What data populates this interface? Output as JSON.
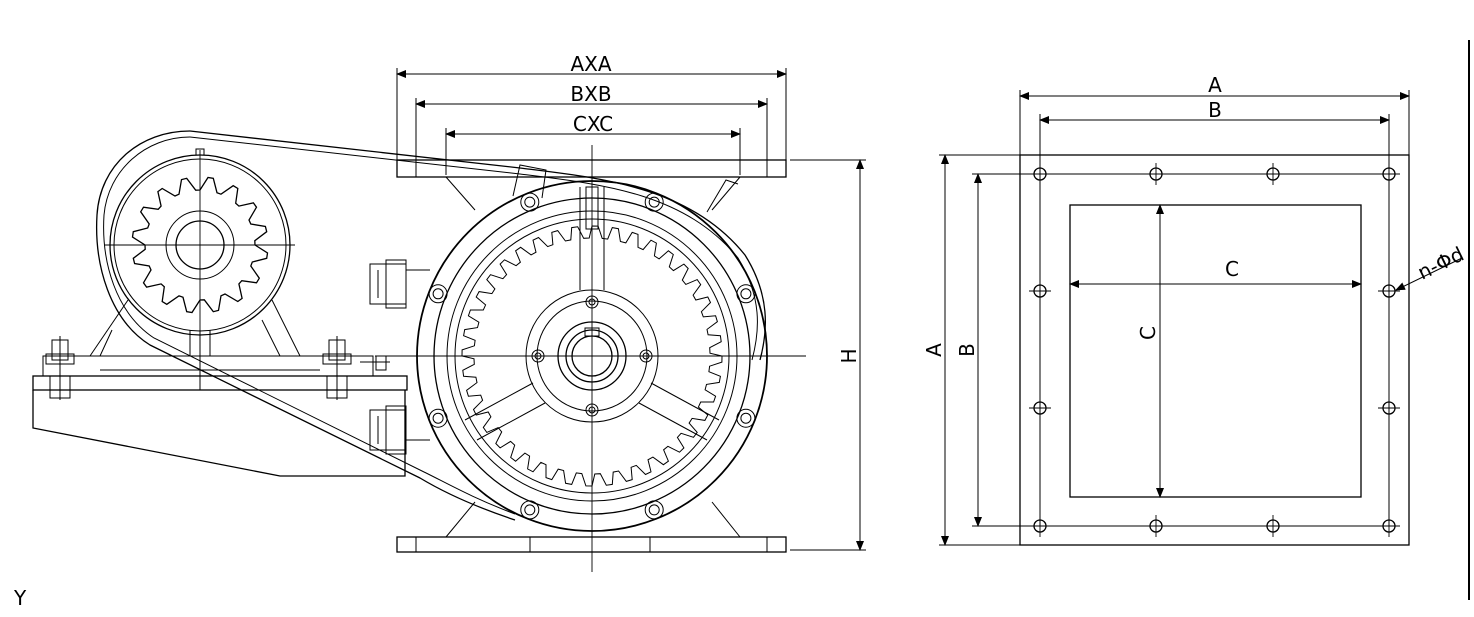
{
  "front_view": {
    "dim_outer": "AXA",
    "dim_middle": "BXB",
    "dim_inner": "CXC",
    "dim_height": "H"
  },
  "flange_view": {
    "dim_outer_width": "A",
    "dim_bolt_width": "B",
    "dim_outer_height": "A",
    "dim_bolt_height": "B",
    "dim_opening_width": "C",
    "dim_opening_height": "C",
    "bolt_holes": "n-Φd"
  },
  "ucs_axis": "Y"
}
